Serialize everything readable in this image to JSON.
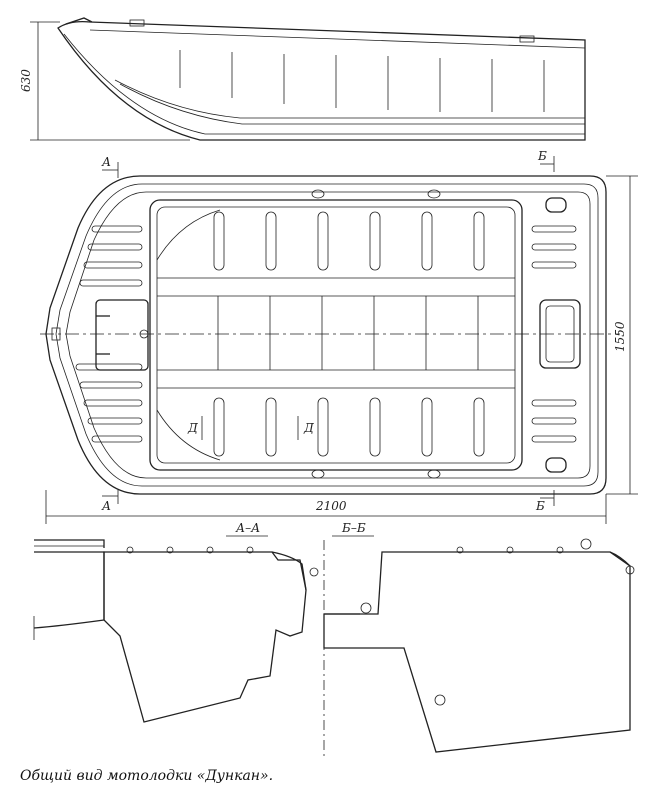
{
  "dimensions": {
    "height": "630",
    "width": "1550",
    "length": "2100"
  },
  "section_markers": {
    "a": "А",
    "b": "Б",
    "d": "Д"
  },
  "section_titles": {
    "aa": "А–А",
    "bb": "Б–Б"
  },
  "caption": "Общий вид мотолодки «Дункан».",
  "colors": {
    "ink": "#222222",
    "paper": "#ffffff"
  }
}
